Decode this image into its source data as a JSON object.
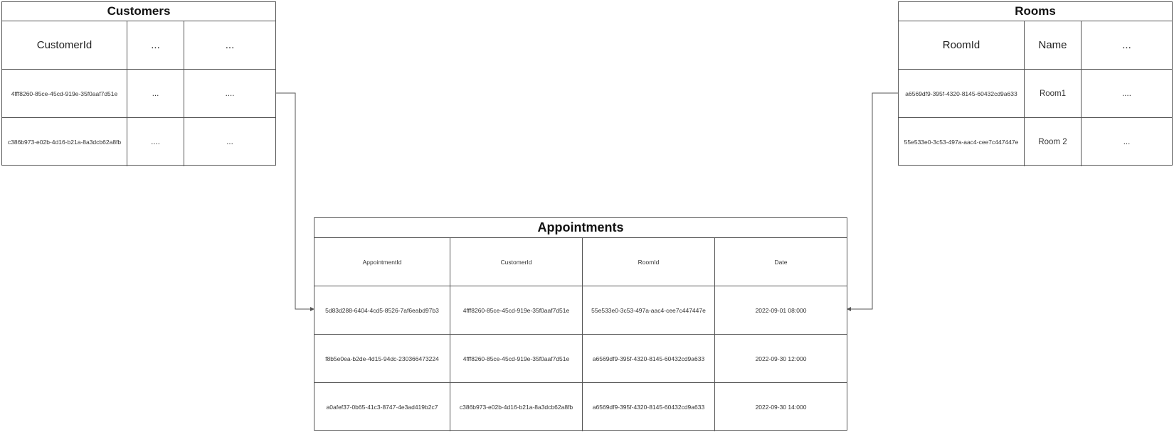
{
  "customers": {
    "title": "Customers",
    "headers": [
      "CustomerId",
      "...",
      "..."
    ],
    "rows": [
      [
        "4fff8260-85ce-45cd-919e-35f0aaf7d51e",
        "...",
        "...."
      ],
      [
        "c386b973-e02b-4d16-b21a-8a3dcb62a8fb",
        "....",
        "..."
      ]
    ]
  },
  "rooms": {
    "title": "Rooms",
    "headers": [
      "RoomId",
      "Name",
      "..."
    ],
    "rows": [
      [
        "a6569df9-395f-4320-8145-60432cd9a633",
        "Room1",
        "...."
      ],
      [
        "55e533e0-3c53-497a-aac4-cee7c447447e",
        "Room 2",
        "..."
      ]
    ]
  },
  "appointments": {
    "title": "Appointments",
    "headers": [
      "AppointmentId",
      "CustomerId",
      "RoomId",
      "Date"
    ],
    "rows": [
      [
        "5d83d288-6404-4cd5-8526-7af6eabd97b3",
        "4fff8260-85ce-45cd-919e-35f0aaf7d51e",
        "55e533e0-3c53-497a-aac4-cee7c447447e",
        "2022-09-01 08:000"
      ],
      [
        "f8b5e0ea-b2de-4d15-94dc-230366473224",
        "4fff8260-85ce-45cd-919e-35f0aaf7d51e",
        "a6569df9-395f-4320-8145-60432cd9a633",
        "2022-09-30 12:000"
      ],
      [
        "a0afef37-0b65-41c3-8747-4e3ad419b2c7",
        "c386b973-e02b-4d16-b21a-8a3dcb62a8fb",
        "a6569df9-395f-4320-8145-60432cd9a633",
        "2022-09-30 14:000"
      ]
    ]
  },
  "connector_color": "#555555"
}
